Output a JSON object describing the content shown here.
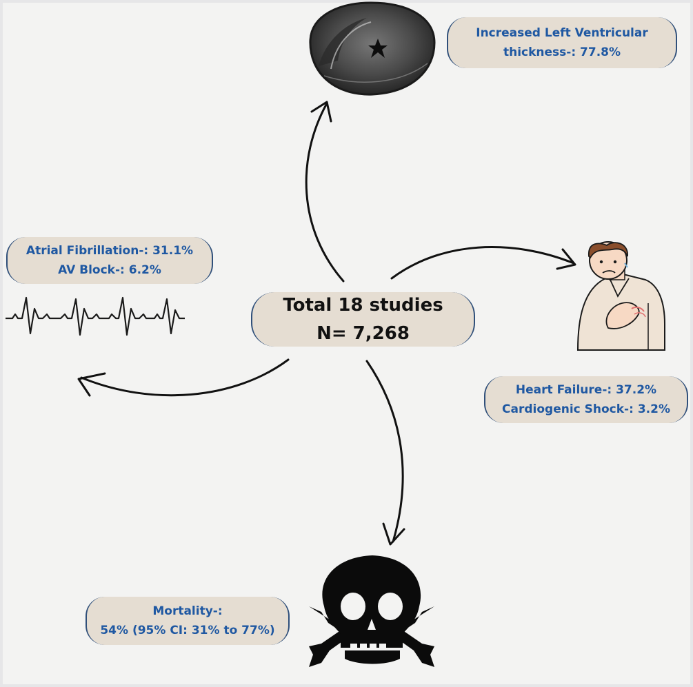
{
  "center": {
    "title": "Total 18 studies",
    "count": "N= 7,268"
  },
  "findings": {
    "lv_thickness": {
      "line1": "Increased Left Ventricular",
      "line2": "thickness-: 77.8%",
      "icon": "heart-cross-section-icon"
    },
    "arrhythmia": {
      "line1": "Atrial Fibrillation-: 31.1%",
      "line2": "AV Block-: 6.2%",
      "icon": "ecg-waveform-icon"
    },
    "heart_failure": {
      "line1": "Heart Failure-: 37.2%",
      "line2": "Cardiogenic Shock-: 3.2%",
      "icon": "man-chest-pain-icon"
    },
    "mortality": {
      "line1": "Mortality-:",
      "line2": "54% (95% CI: 31% to 77%)",
      "icon": "skull-crossbones-icon"
    }
  },
  "colors": {
    "pill_fill": "#e5ddd2",
    "pill_border": "#2f4f7a",
    "finding_text": "#1f58a2",
    "center_text": "#111111",
    "arrow": "#111111"
  }
}
